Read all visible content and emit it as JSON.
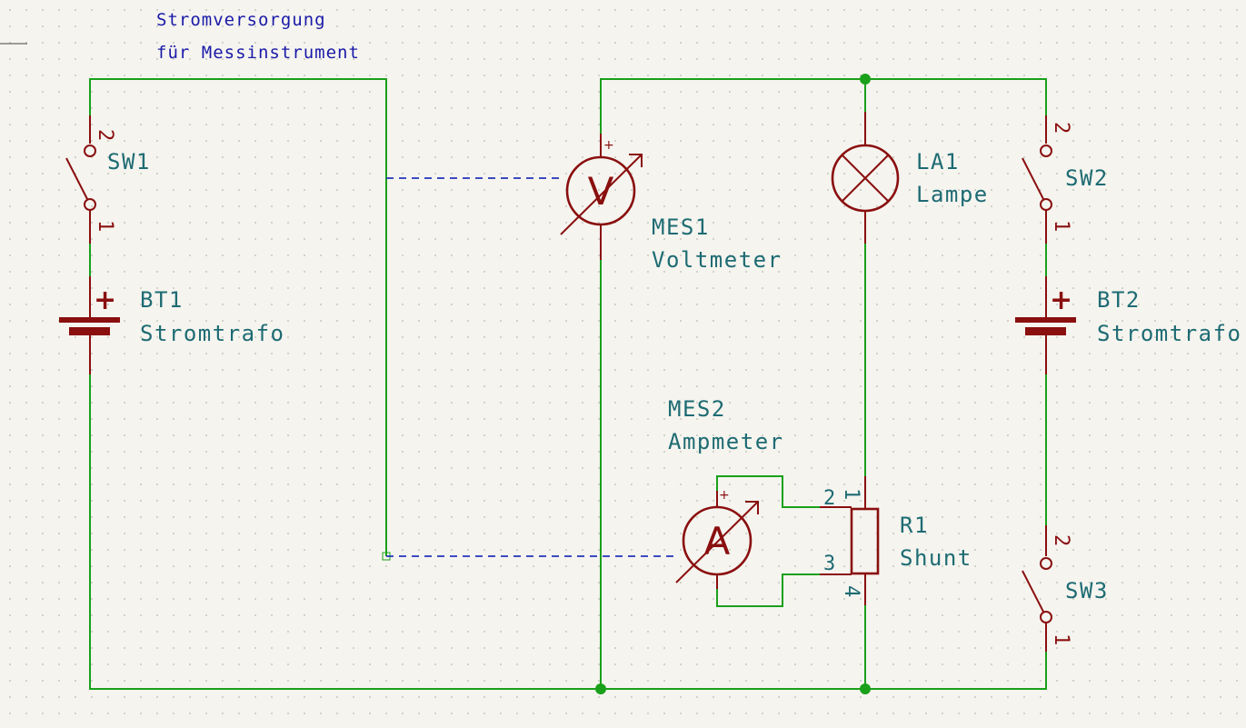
{
  "notes": {
    "line1": "Stromversorgung",
    "line2": "für Messinstrument"
  },
  "components": {
    "sw1": {
      "ref": "SW1",
      "pin_top": "2",
      "pin_bottom": "1"
    },
    "bt1": {
      "ref": "BT1",
      "value": "Stromtrafo",
      "plus": "+"
    },
    "mes1": {
      "ref": "MES1",
      "value": "Voltmeter",
      "letter": "V",
      "plus": "+"
    },
    "la1": {
      "ref": "LA1",
      "value": "Lampe"
    },
    "sw2": {
      "ref": "SW2",
      "pin_top": "2",
      "pin_bottom": "1"
    },
    "bt2": {
      "ref": "BT2",
      "value": "Stromtrafo",
      "plus": "+"
    },
    "mes2": {
      "ref": "MES2",
      "value": "Ampmeter",
      "letter": "A",
      "plus": "+"
    },
    "r1": {
      "ref": "R1",
      "value": "Shunt",
      "pin1": "1",
      "pin2": "2",
      "pin3": "3",
      "pin4": "4"
    },
    "sw3": {
      "ref": "SW3",
      "pin_top": "2",
      "pin_bottom": "1"
    }
  },
  "colors": {
    "wire": "#1aa01a",
    "symbol": "#8a0f0f",
    "reference": "#1e6b73",
    "note": "#1a1aa8",
    "background": "#f5f4ef"
  }
}
